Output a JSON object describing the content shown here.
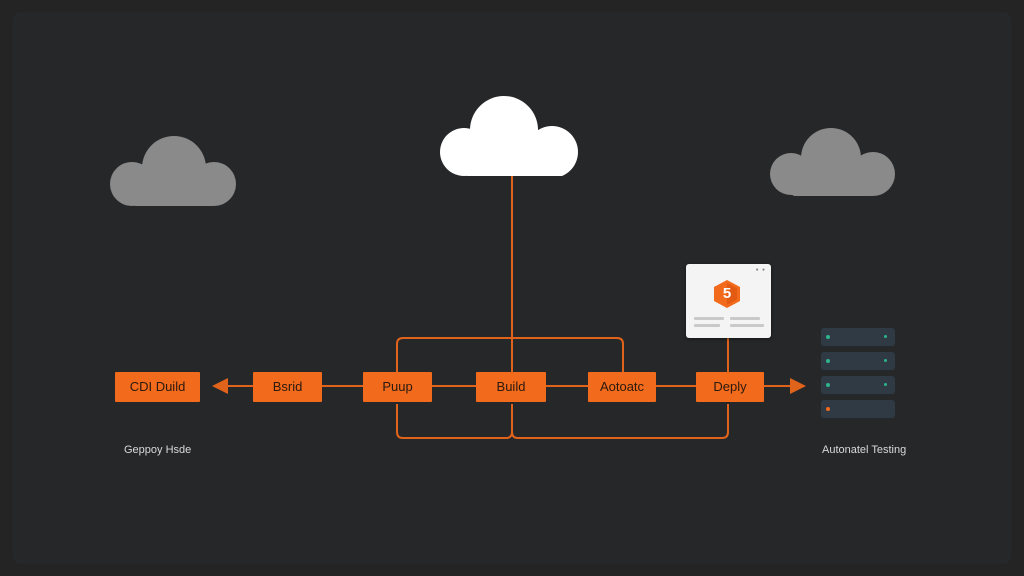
{
  "colors": {
    "background": "#262729",
    "accent": "#f26a1b",
    "connector": "#e0631c",
    "cloud_main": "#ffffff",
    "cloud_side": "#8a8a8a",
    "server": "#2f3a44",
    "led_green": "#2fb58a",
    "led_orange": "#f26a1b"
  },
  "nodes": [
    {
      "label": "CDI Duild"
    },
    {
      "label": "Bsrid"
    },
    {
      "label": "Puup"
    },
    {
      "label": "Build"
    },
    {
      "label": "Aotoatc"
    },
    {
      "label": "Deply"
    }
  ],
  "captions": {
    "left": "Geppoy Hsde",
    "right": "Autonatel Testing"
  },
  "card": {
    "badge": "5",
    "badge_icon": "html5-badge-icon"
  },
  "servers": [
    {
      "led": "green"
    },
    {
      "led": "green"
    },
    {
      "led": "green"
    },
    {
      "led": "orange"
    }
  ]
}
